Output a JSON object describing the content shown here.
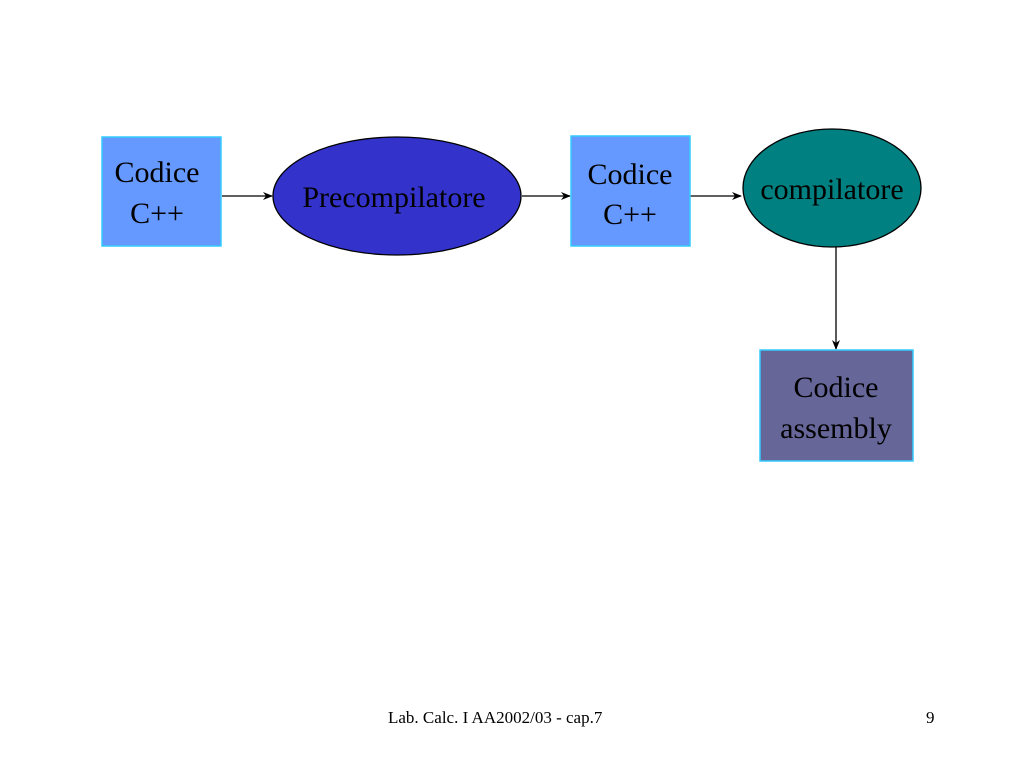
{
  "diagram": {
    "nodes": {
      "source_code": {
        "line1": "Codice",
        "line2": "C++",
        "fill": "#6699ff",
        "border": "#33ccff"
      },
      "precompiler": {
        "label": "Precompilatore",
        "fill": "#3333cc",
        "border": "#000000"
      },
      "preprocessed_code": {
        "line1": "Codice",
        "line2": "C++",
        "fill": "#6699ff",
        "border": "#33ccff"
      },
      "compiler": {
        "label": "compilatore",
        "fill": "#008080",
        "border": "#000000"
      },
      "assembly_code": {
        "line1": "Codice",
        "line2": "assembly",
        "fill": "#666699",
        "border": "#33ccff"
      }
    },
    "edges": [
      {
        "from": "source_code",
        "to": "precompiler"
      },
      {
        "from": "precompiler",
        "to": "preprocessed_code"
      },
      {
        "from": "preprocessed_code",
        "to": "compiler"
      },
      {
        "from": "compiler",
        "to": "assembly_code"
      }
    ]
  },
  "footer": {
    "source": "Lab. Calc. I AA2002/03 - cap.7",
    "page_number": "9"
  }
}
